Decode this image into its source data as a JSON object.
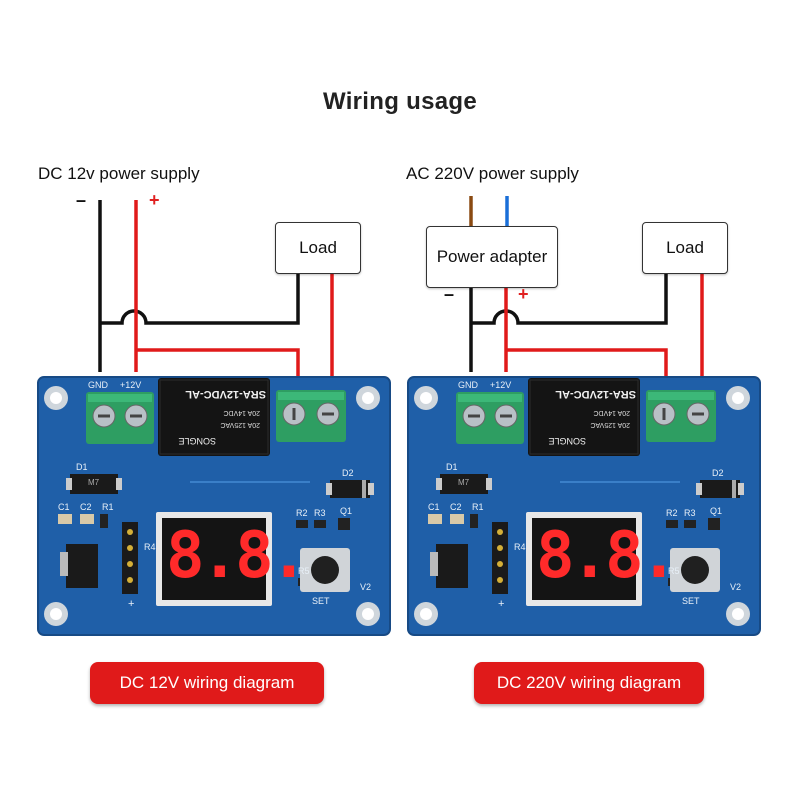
{
  "title": "Wiring usage",
  "left": {
    "supply_label": "DC 12v power supply",
    "neg_symbol": "–",
    "pos_symbol": "+",
    "load_label": "Load",
    "board": {
      "gnd": "GND",
      "plus12": "+12V",
      "relay_model": "SRA-12VDC-AL",
      "relay_brand": "SONGLE",
      "relay_line1": "20A 14VDC",
      "relay_line2": "20A 125VAC",
      "d1": "D1",
      "d2": "D2",
      "c1": "C1",
      "c2": "C2",
      "r1": "R1",
      "r2": "R2",
      "r3": "R3",
      "q1": "Q1",
      "r4": "R4",
      "r5": "R5",
      "set": "SET",
      "v2": "V2",
      "plus": "+",
      "m7": "M7",
      "display": "8.8."
    },
    "badge": "DC 12V wiring diagram"
  },
  "right": {
    "supply_label": "AC 220V power supply",
    "adapter_label": "Power adapter",
    "neg_symbol": "–",
    "pos_symbol": "+",
    "load_label": "Load",
    "board": {
      "gnd": "GND",
      "plus12": "+12V",
      "relay_model": "SRA-12VDC-AL",
      "relay_brand": "SONGLE",
      "relay_line1": "20A 14VDC",
      "relay_line2": "20A 125VAC",
      "d1": "D1",
      "d2": "D2",
      "c1": "C1",
      "c2": "C2",
      "r1": "R1",
      "r2": "R2",
      "r3": "R3",
      "q1": "Q1",
      "r4": "R4",
      "r5": "R5",
      "set": "SET",
      "v2": "V2",
      "plus": "+",
      "m7": "M7",
      "display": "8.8."
    },
    "badge": "DC 220V wiring diagram"
  },
  "colors": {
    "wire_black": "#111111",
    "wire_red": "#e01a1a",
    "wire_brown": "#8a4a12",
    "wire_blue": "#1a6fd8",
    "board": "#1f5fa8",
    "terminal": "#2e9e62",
    "badge": "#e01a1a"
  }
}
